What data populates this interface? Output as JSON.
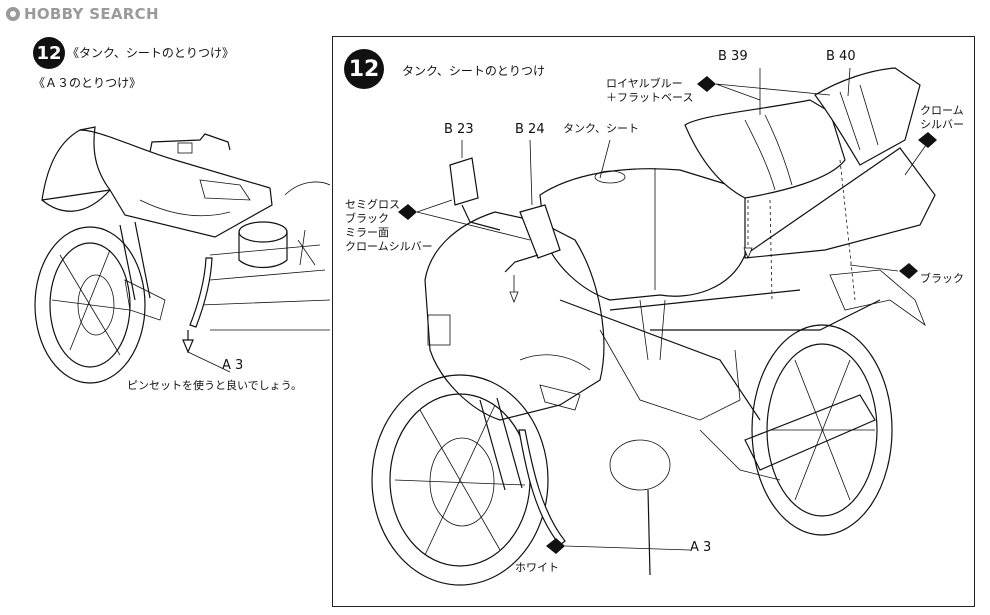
{
  "logo": {
    "text": "HOBBY SEARCH"
  },
  "left": {
    "step": "12",
    "title": "《タンク、シートのとりつけ》",
    "subtitle": "《Ａ３のとりつけ》",
    "part": "A 3",
    "note": "ピンセットを使うと良いでしょう。"
  },
  "right": {
    "step": "12",
    "title": "タンク、シートのとりつけ",
    "parts": {
      "b39": "B 39",
      "b40": "B 40",
      "b23": "B 23",
      "b24": "B 24",
      "a3": "A 3"
    },
    "labels": {
      "tank_seat": "タンク、シート",
      "royal_blue": "ロイヤルブルー",
      "flat_base": "＋フラットベース",
      "chrome_silver_1": "クローム",
      "chrome_silver_2": "シルバー",
      "semi_gloss_1": "セミグロス",
      "semi_gloss_2": "ブラック",
      "mirror_1": "ミラー面",
      "mirror_2": "クロームシルバー",
      "black": "ブラック",
      "white": "ホワイト"
    }
  }
}
